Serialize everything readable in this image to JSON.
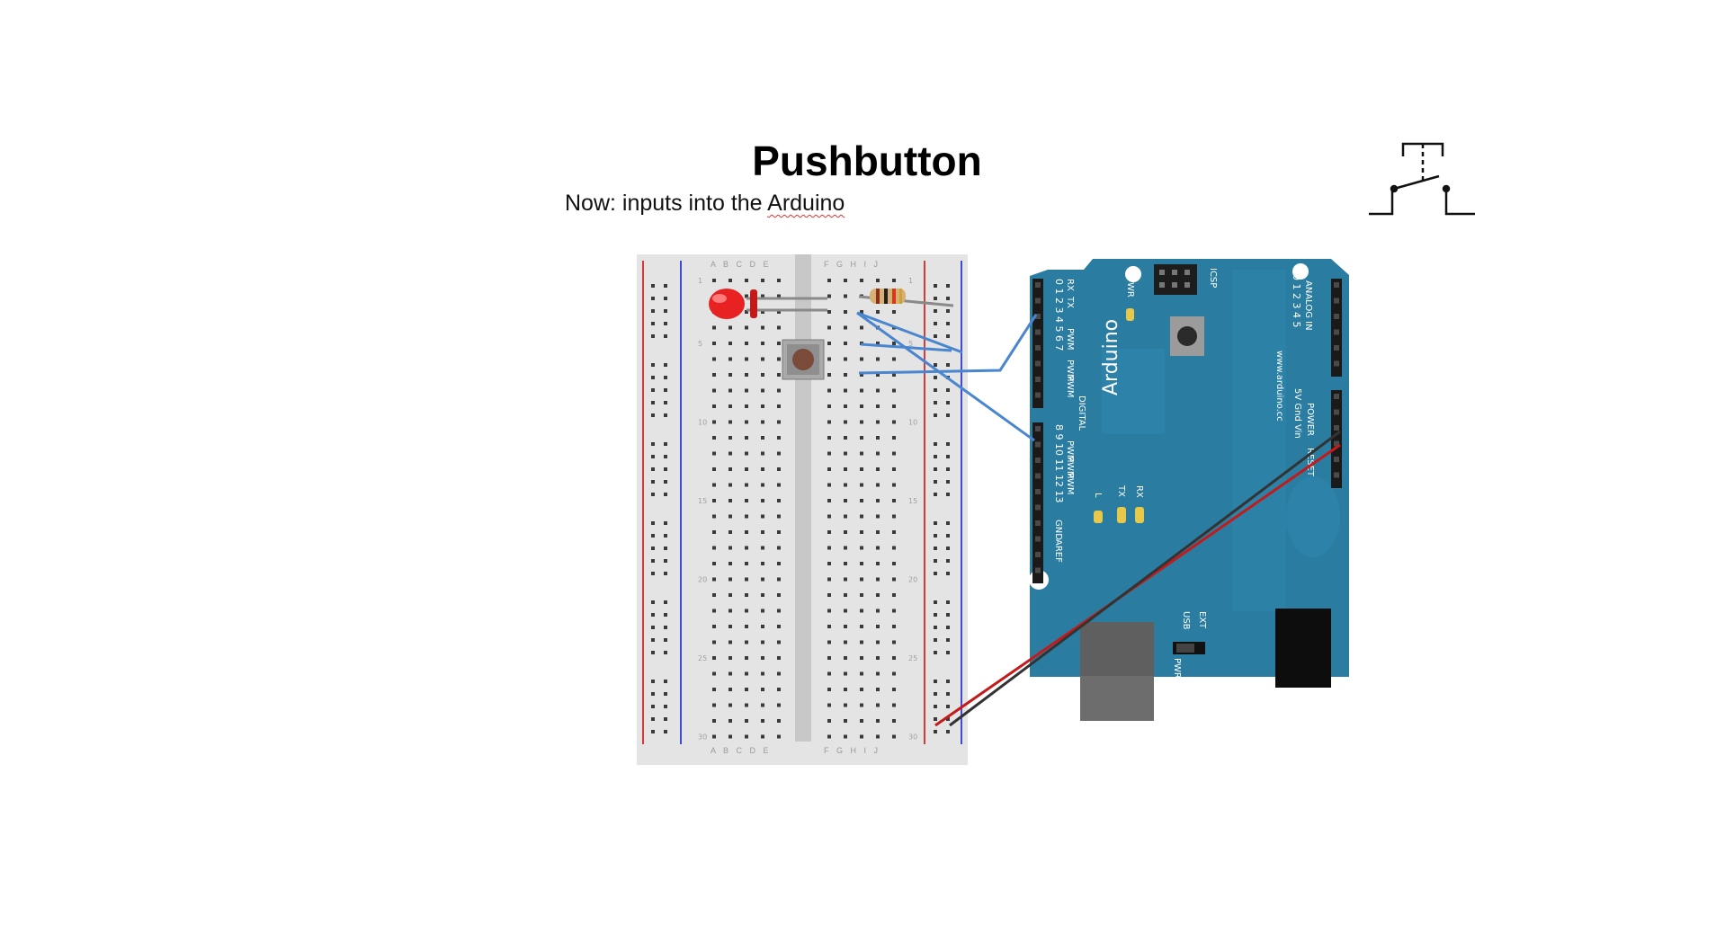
{
  "slide": {
    "title": "Pushbutton",
    "subtitle_prefix": "Now: inputs into the ",
    "subtitle_word": "Arduino"
  },
  "breadboard": {
    "column_letters_left": "A B C D E",
    "column_letters_right": "F G H I J",
    "row_numbers": [
      "1",
      "5",
      "10",
      "15",
      "20",
      "25",
      "30"
    ]
  },
  "arduino": {
    "brand": "Arduino",
    "website": "www.arduino.cc",
    "labels": {
      "digital": "DIGITAL",
      "aref": "AREF",
      "gnd": "GND",
      "pwm": "PWM",
      "rx": "RX",
      "tx": "TX",
      "icsp": "ICSP",
      "pwr": "PWR",
      "l": "L",
      "analog_in": "ANALOG IN",
      "analog_pins": "0 1 2 3 4 5",
      "power": "POWER",
      "power_pins": "5V Gnd Vin",
      "reset": "RESET",
      "usb": "USB",
      "ext": "EXT",
      "pwr_sel": "PWR SEL"
    }
  },
  "colors": {
    "board": "#2a7da1",
    "breadboard": "#e4e4e4",
    "wire_signal": "#4a86d0",
    "wire_power": "#c41a1a",
    "wire_ground": "#333333",
    "led": "#e82222",
    "rail_red": "#d33b3b",
    "rail_blue": "#3f4bd1"
  }
}
